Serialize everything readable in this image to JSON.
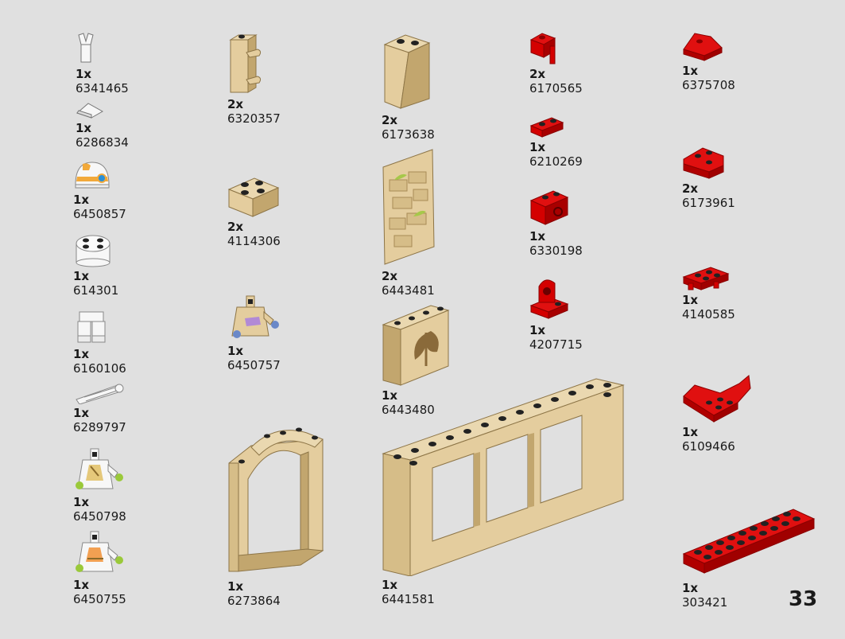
{
  "page_number": "33",
  "colors": {
    "background": "#e0e0e0",
    "tan": "#e4cd9e",
    "tan_dark": "#c2a66e",
    "red": "#d40000",
    "red_dark": "#8a0000",
    "white": "#f7f7f7"
  },
  "parts": [
    {
      "qty": "1x",
      "id": "6341465"
    },
    {
      "qty": "1x",
      "id": "6286834"
    },
    {
      "qty": "1x",
      "id": "6450857"
    },
    {
      "qty": "1x",
      "id": "614301"
    },
    {
      "qty": "1x",
      "id": "6160106"
    },
    {
      "qty": "1x",
      "id": "6289797"
    },
    {
      "qty": "1x",
      "id": "6450798"
    },
    {
      "qty": "1x",
      "id": "6450755"
    },
    {
      "qty": "2x",
      "id": "6320357"
    },
    {
      "qty": "2x",
      "id": "4114306"
    },
    {
      "qty": "1x",
      "id": "6450757"
    },
    {
      "qty": "1x",
      "id": "6273864"
    },
    {
      "qty": "2x",
      "id": "6173638"
    },
    {
      "qty": "2x",
      "id": "6443481"
    },
    {
      "qty": "1x",
      "id": "6443480"
    },
    {
      "qty": "1x",
      "id": "6441581"
    },
    {
      "qty": "2x",
      "id": "6170565"
    },
    {
      "qty": "1x",
      "id": "6210269"
    },
    {
      "qty": "1x",
      "id": "6330198"
    },
    {
      "qty": "1x",
      "id": "4207715"
    },
    {
      "qty": "1x",
      "id": "6375708"
    },
    {
      "qty": "2x",
      "id": "6173961"
    },
    {
      "qty": "1x",
      "id": "4140585"
    },
    {
      "qty": "1x",
      "id": "6109466"
    },
    {
      "qty": "1x",
      "id": "303421"
    }
  ]
}
